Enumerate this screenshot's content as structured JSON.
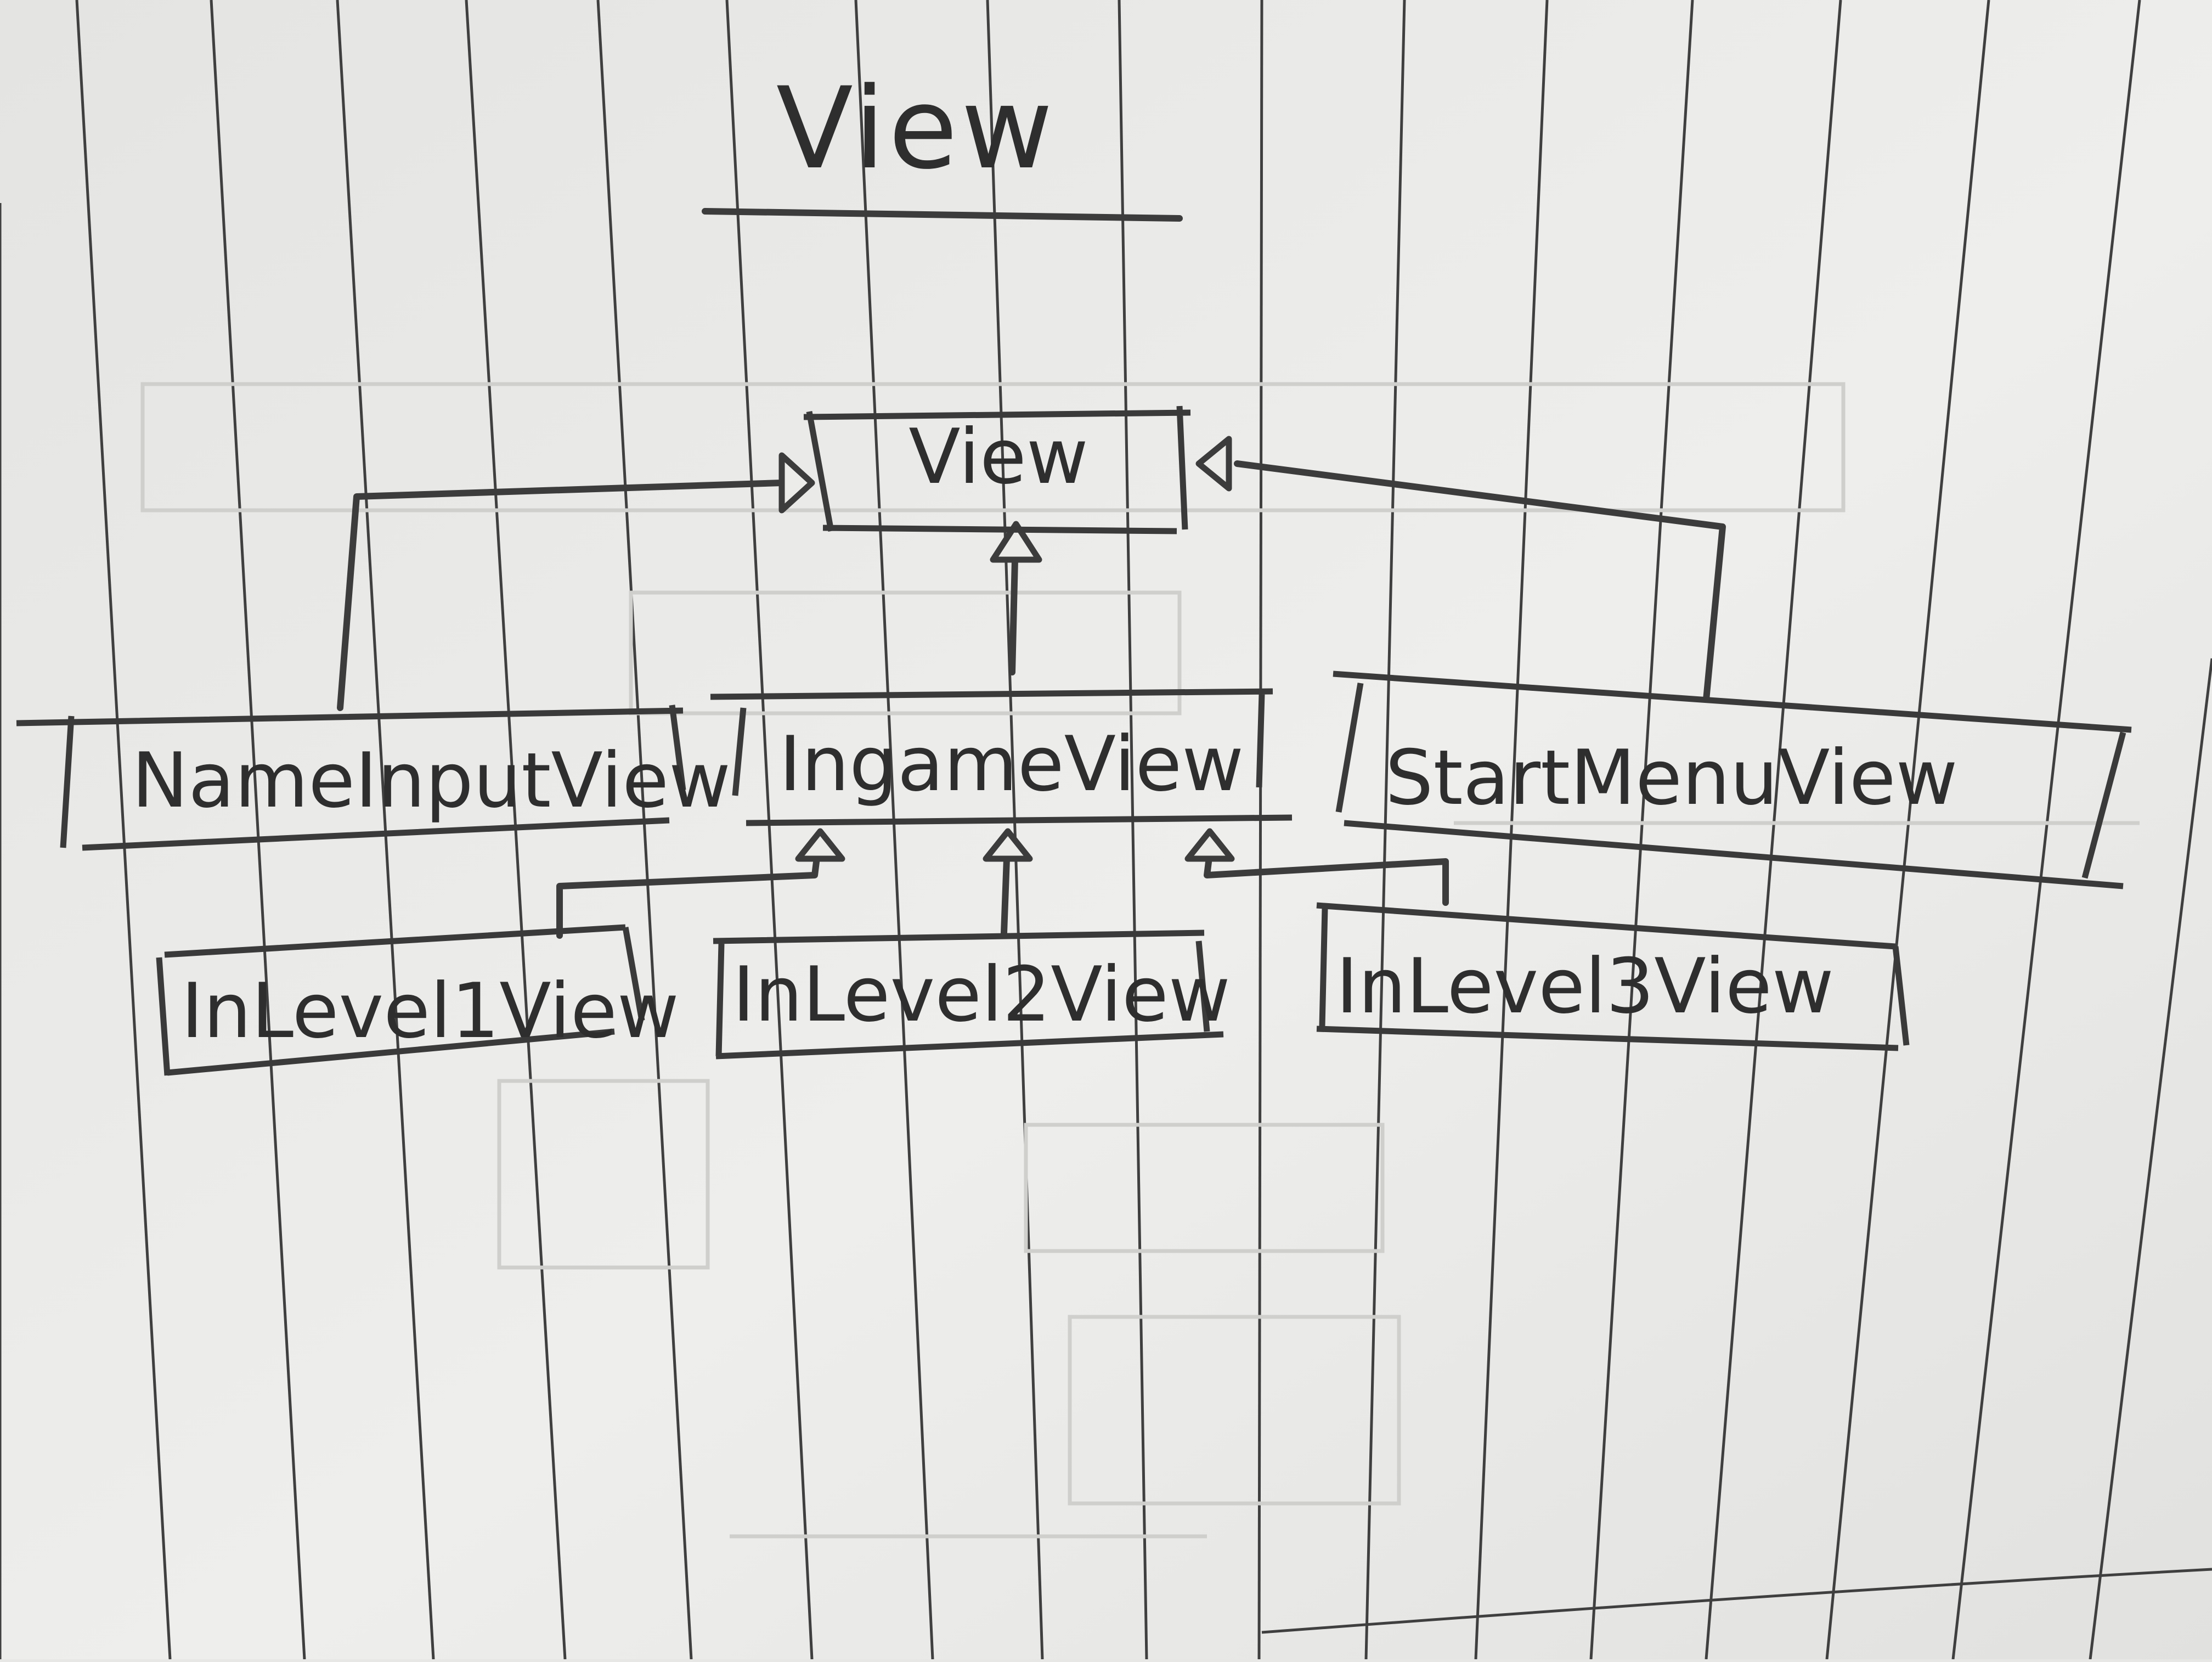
{
  "diagram": {
    "title": "View",
    "colors": {
      "paper": "#ecece9",
      "ink": "#3a3a3a",
      "paper_line": "#3f3f3f"
    },
    "nodes": [
      {
        "id": "view",
        "label": "View"
      },
      {
        "id": "name_input_view",
        "label": "NameInputView"
      },
      {
        "id": "ingame_view",
        "label": "IngameView"
      },
      {
        "id": "start_menu_view",
        "label": "StartMenuView"
      },
      {
        "id": "in_level1_view",
        "label": "InLevel1View"
      },
      {
        "id": "in_level2_view",
        "label": "InLevel2View"
      },
      {
        "id": "in_level3_view",
        "label": "InLevel3View"
      }
    ],
    "edges": [
      {
        "from": "name_input_view",
        "to": "view",
        "relation": "inherits"
      },
      {
        "from": "ingame_view",
        "to": "view",
        "relation": "inherits"
      },
      {
        "from": "start_menu_view",
        "to": "view",
        "relation": "inherits"
      },
      {
        "from": "in_level1_view",
        "to": "ingame_view",
        "relation": "inherits"
      },
      {
        "from": "in_level2_view",
        "to": "ingame_view",
        "relation": "inherits"
      },
      {
        "from": "in_level3_view",
        "to": "ingame_view",
        "relation": "inherits"
      }
    ]
  }
}
